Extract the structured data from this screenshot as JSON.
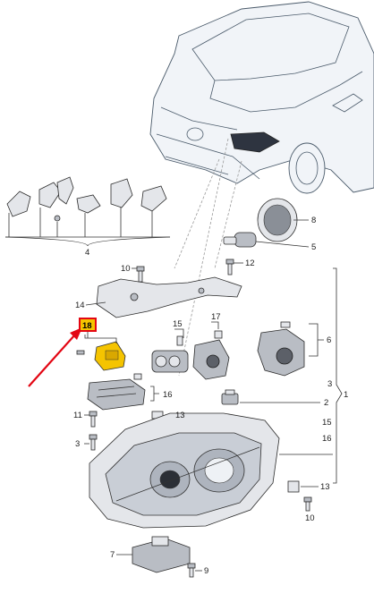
{
  "labels": {
    "l1": "1",
    "l2": "2",
    "l3": "3",
    "l4": "4",
    "l5": "5",
    "l6": "6",
    "l7": "7",
    "l8": "8",
    "l9": "9",
    "l10a": "10",
    "l10b": "10",
    "l11": "11",
    "l12": "12",
    "l13a": "13",
    "l13b": "13",
    "l14": "14",
    "l15a": "15",
    "l15b": "15",
    "l16a": "16",
    "l16b": "16",
    "l17": "17",
    "l18": "18",
    "l3b": "3"
  },
  "colors": {
    "highlight": "#f5c400",
    "highlight_border": "#e30613",
    "arrow": "#e30613",
    "headlamp_lens": "#c9ced6"
  }
}
